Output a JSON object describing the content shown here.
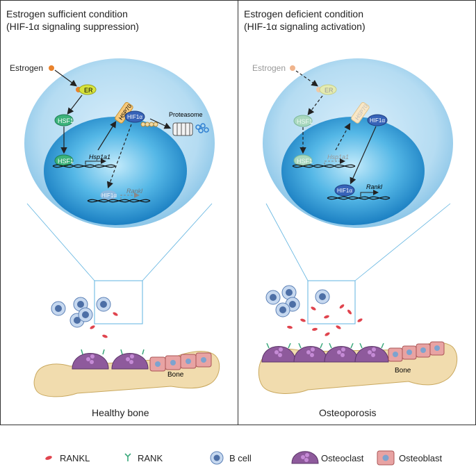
{
  "left": {
    "title_line1": "Estrogen sufficient condition",
    "title_line2": "(HIF-1α signaling suppression)",
    "caption": "Healthy bone",
    "labels": {
      "estrogen": "Estrogen",
      "er": "ER",
      "hsf1_cyto": "HSF1",
      "hsf1_nuc": "HSF1",
      "hsp70": "HSP70",
      "hif1a": "HIF1α",
      "proteasome": "Proteasome",
      "hsp1a1": "Hsp1a1",
      "hif1a_nuc": "HIF1α",
      "rankl_gene": "Rankl",
      "bone": "Bone"
    }
  },
  "right": {
    "title_line1": "Estrogen deficient condition",
    "title_line2": "(HIF-1α signaling activation)",
    "caption": "Osteoporosis",
    "labels": {
      "estrogen": "Estrogen",
      "er": "ER",
      "hsf1_cyto": "HSF1",
      "hsf1_nuc": "HSF1",
      "hsp70": "HSP70",
      "hif1a": "HIF1α",
      "hsp1a1": "Hsp1a1",
      "hif1a_nuc": "HIF1α",
      "rankl_gene": "Rankl",
      "bone": "Bone"
    }
  },
  "legend": {
    "rankl": "RANKL",
    "rank": "RANK",
    "bcell": "B cell",
    "osteoclast": "Osteoclast",
    "osteoblast": "Osteoblast"
  },
  "colors": {
    "cell_outer": "#a8d6f0",
    "nucleus": "#2a9bd8",
    "rankl": "#e0444e",
    "osteoclast": "#8e5a9c",
    "osteoblast": "#e8a3a3",
    "bone": "#f1dcae",
    "bcell": "#7da3cf"
  }
}
